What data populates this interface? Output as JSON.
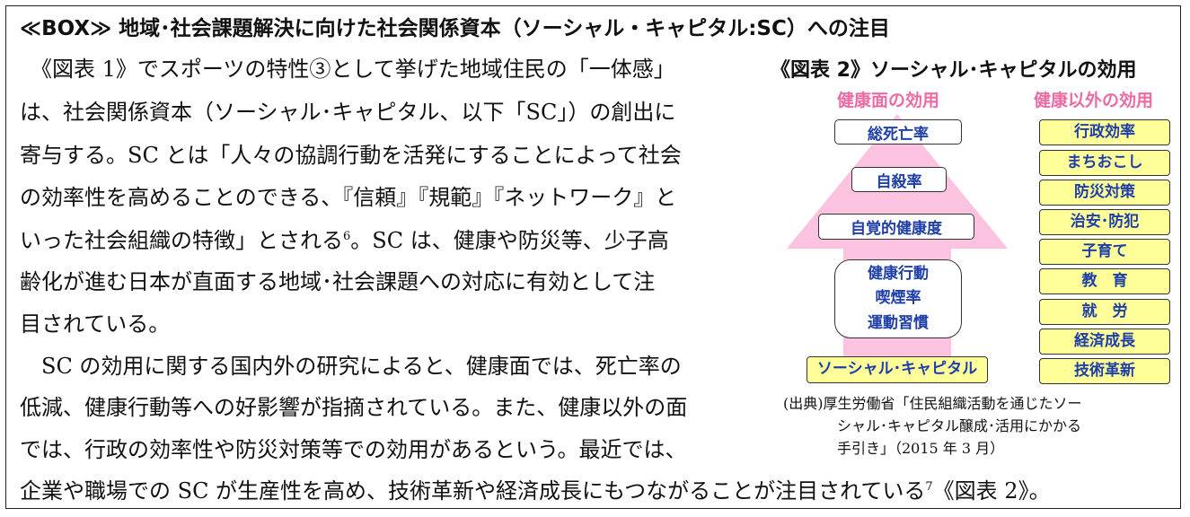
{
  "box_title": "≪BOX≫ 地域･社会課題解決に向けた社会関係資本（ソーシャル・キャピタル:SC）への注目",
  "body_lines": [
    "　《図表 1》でスポーツの特性③として挙げた地域住民の「一体感」",
    "は、社会関係資本（ソーシャル･キャピタル、以下「SC」）の創出に",
    "寄与する。SC とは「人々の協調行動を活発にすることによって社会",
    "の効率性を高めることのできる、『信頼』『規範』『ネットワーク』と",
    "いった社会組織の特徴」とされる",
    "6",
    "。SC は、健康や防災等、少子高",
    "齢化が進む日本が直面する地域･社会課題への対応に有効として注",
    "目されている。",
    "　SC の効用に関する国内外の研究によると、健康面では、死亡率の",
    "低減、健康行動等への好影響が指摘されている。また、健康以外の面",
    "では、行政の効率性や防災対策等での効用があるという。最近では、",
    "企業や職場での SC が生産性を高め、技術革新や経済成長にもつながることが注目されている",
    "7",
    "《図表 2》。"
  ],
  "figure": {
    "title": "《図表 2》ソーシャル･キャピタルの効用",
    "health_header": "健康面の効用",
    "non_health_header": "健康以外の効用",
    "health_items": [
      "総死亡率",
      "自殺率",
      "自覚的健康度"
    ],
    "health_behavior": [
      "健康行動",
      "喫煙率",
      "運動習慣"
    ],
    "base": "ソーシャル･キャピタル",
    "non_health_items": [
      "行政効率",
      "まちおこし",
      "防災対策",
      "治安･防犯",
      "子育て",
      "教　育",
      "就　労",
      "経済成長",
      "技術革新"
    ],
    "source_lines": [
      "(出典)厚生労働省「住民組織活動を通じたソー",
      "シャル･キャピタル醸成･活用にかかる",
      "手引き」（2015 年 3 月）"
    ],
    "colors": {
      "arrow": "#fbc3e0",
      "header": "#ee6aa4",
      "box_text": "#1f3fa8",
      "yellow": "#ffff99"
    }
  }
}
